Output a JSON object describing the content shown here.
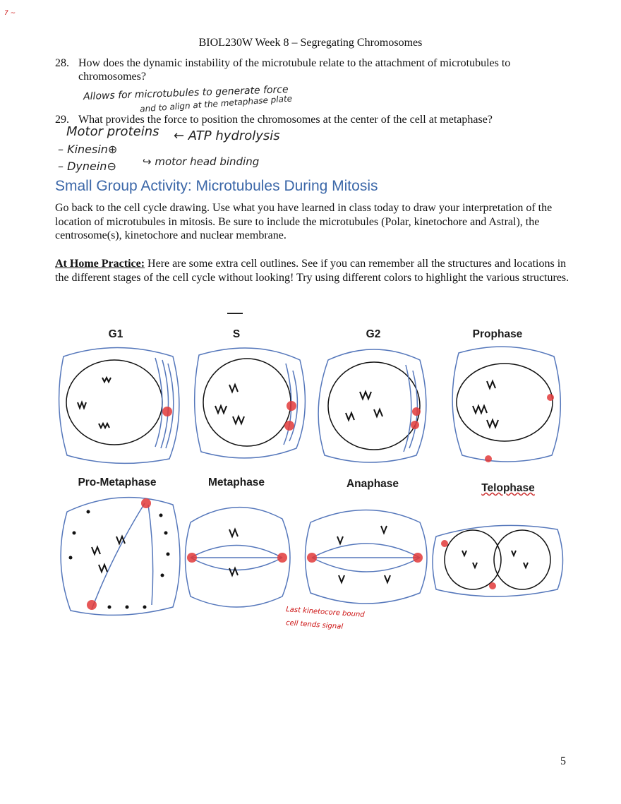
{
  "corner_mark": "7 ~",
  "header": "BIOL230W Week 8 – Segregating Chromosomes",
  "q28": {
    "num": "28.",
    "text": "How does the dynamic instability of the microtubule relate to the attachment of microtubules to chromosomes?",
    "answer_line1": "Allows for microtubules to generate force",
    "answer_line2": "and to align at the metaphase plate"
  },
  "q29": {
    "num": "29.",
    "text": "What provides the force to position the chromosomes at the center of the cell at metaphase?",
    "ans_main": "Motor proteins",
    "ans_atp": "← ATP hydrolysis",
    "ans_kinesin": "– Kinesin⊕",
    "ans_dynein": "– Dynein⊖",
    "ans_motor": "↪ motor head binding"
  },
  "section_title": "Small Group Activity: Microtubules During Mitosis",
  "para1": "Go back to the cell cycle drawing. Use what you have learned in class today to draw your interpretation of the location of microtubules in mitosis. Be sure to include the microtubules (Polar, kinetochore and Astral), the centrosome(s), kinetochore and nuclear membrane.",
  "para2_bold": "At Home Practice:",
  "para2_rest": " Here are some extra cell outlines. See if you can remember all the structures and locations in the different stages of the cell cycle without looking! Try using different colors to highlight the various structures.",
  "cells": {
    "g1": "G1",
    "s": "S",
    "g2": "G2",
    "prophase": "Prophase",
    "prometaphase": "Pro-Metaphase",
    "metaphase": "Metaphase",
    "anaphase": "Anaphase",
    "telophase": "Telophase"
  },
  "red_note_line1": "Last kinetocore bound",
  "red_note_line2": "cell tends signal",
  "page_number": "5",
  "colors": {
    "accent_blue": "#3b67a8",
    "cell_outline": "#5577bb",
    "centrosome": "#e23a3a",
    "ink_red": "#cc1111"
  }
}
